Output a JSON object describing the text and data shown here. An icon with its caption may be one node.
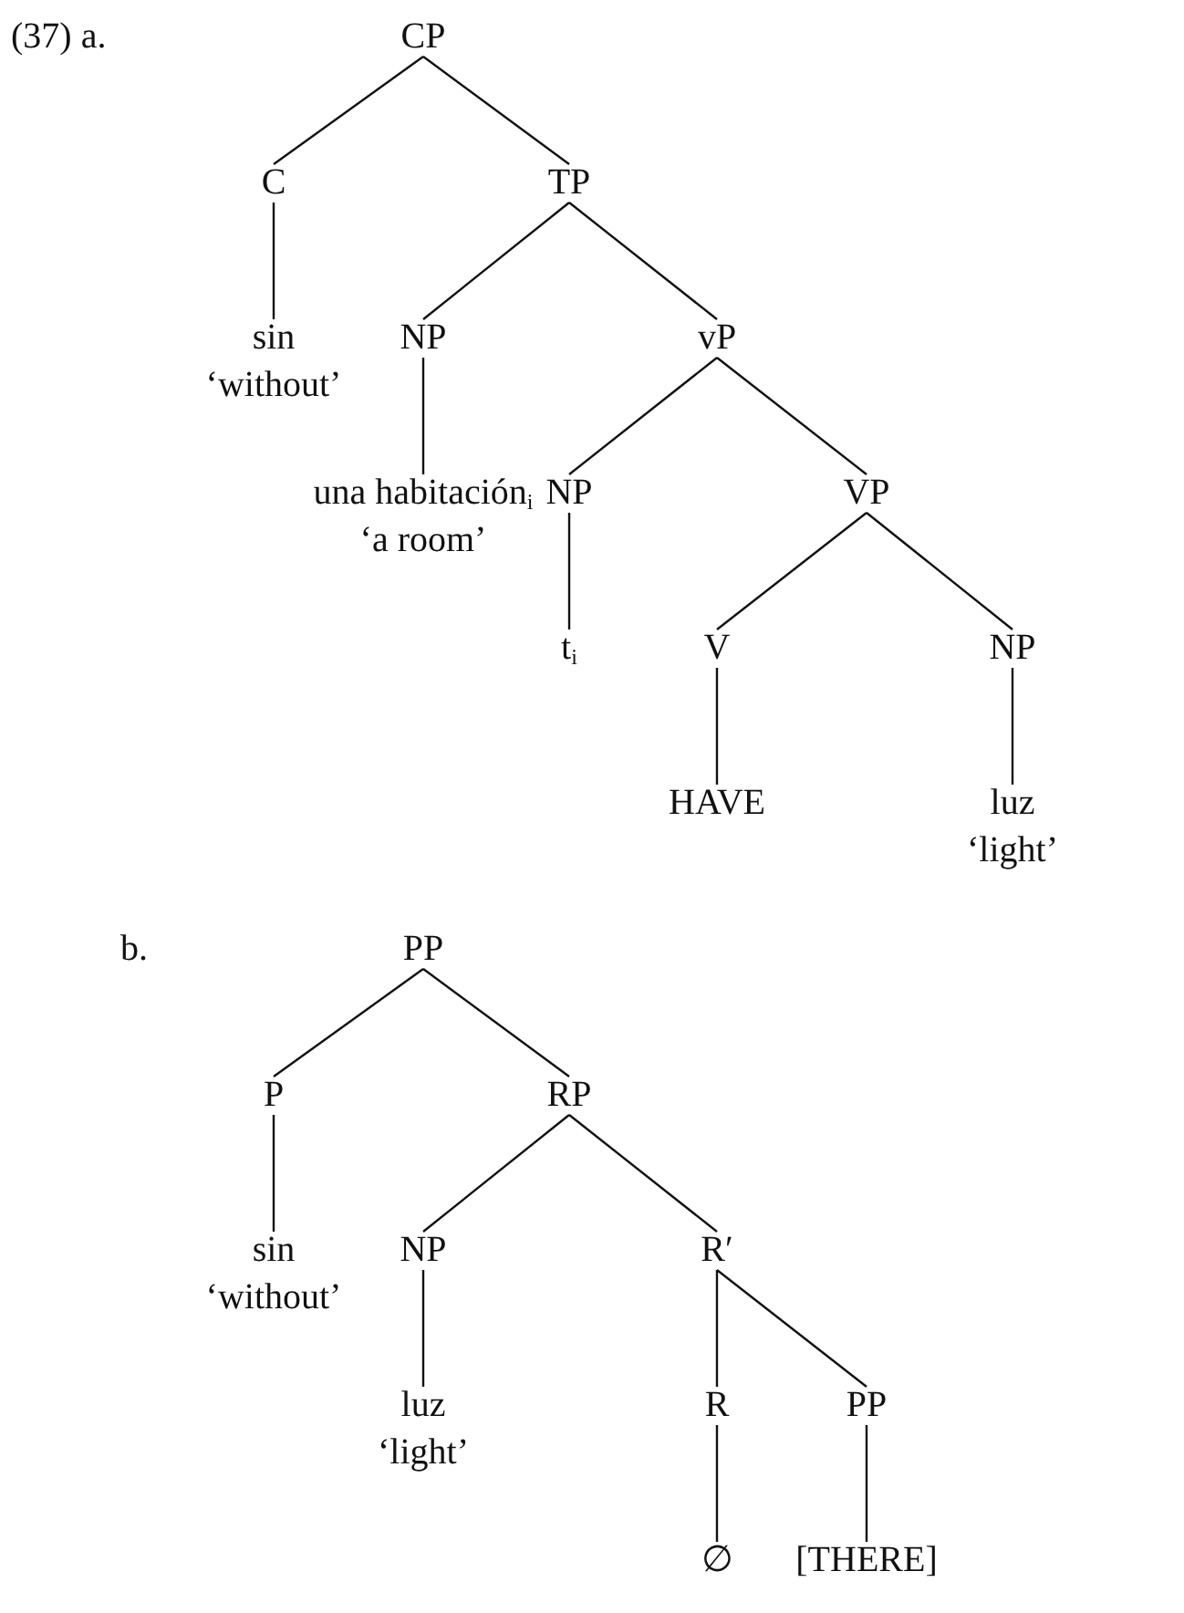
{
  "diagram": {
    "nodes": [
      {
        "text": [
          "CP"
        ]
      },
      {
        "text": [
          "C"
        ]
      },
      {
        "text": [
          "TP"
        ]
      },
      {
        "text": [
          "sin",
          "‘without’"
        ]
      },
      {
        "text": [
          "NP"
        ]
      },
      {
        "text": [
          "vP"
        ]
      },
      {
        "text": [
          "una habitación$_{i}$",
          "‘a room’"
        ]
      },
      {
        "text": [
          "NP"
        ]
      },
      {
        "text": [
          "VP"
        ]
      },
      {
        "text": [
          "t$_{i}$"
        ]
      },
      {
        "text": [
          "V"
        ]
      },
      {
        "text": [
          "NP"
        ]
      },
      {
        "text": [
          "HAVE"
        ]
      },
      {
        "text": [
          "luz",
          "‘light’"
        ]
      },
      {
        "text": [
          "PP"
        ]
      },
      {
        "text": [
          "P"
        ]
      },
      {
        "text": [
          "RP"
        ]
      },
      {
        "text": [
          "sin",
          "‘without’"
        ]
      },
      {
        "text": [
          "NP"
        ]
      },
      {
        "text": [
          "R′"
        ]
      },
      {
        "text": [
          "luz",
          "‘light’"
        ]
      },
      {
        "text": [
          "R"
        ]
      },
      {
        "text": [
          "PP"
        ]
      },
      {
        "text": [
          "∅"
        ]
      },
      {
        "text": [
          "[THERE]"
        ]
      }
    ],
    "edges": [
      {
        "from": 0,
        "to": 1,
        "arrow": "none"
      },
      {
        "from": 0,
        "to": 2,
        "arrow": "none"
      },
      {
        "from": 1,
        "to": 3,
        "arrow": "none"
      },
      {
        "from": 2,
        "to": 4,
        "arrow": "none"
      },
      {
        "from": 2,
        "to": 5,
        "arrow": "none"
      },
      {
        "from": 4,
        "to": 6,
        "arrow": "none"
      },
      {
        "from": 5,
        "to": 7,
        "arrow": "none"
      },
      {
        "from": 5,
        "to": 8,
        "arrow": "none"
      },
      {
        "from": 7,
        "to": 9,
        "arrow": "none"
      },
      {
        "from": 8,
        "to": 10,
        "arrow": "none"
      },
      {
        "from": 8,
        "to": 11,
        "arrow": "none"
      },
      {
        "from": 10,
        "to": 12,
        "arrow": "none"
      },
      {
        "from": 11,
        "to": 13,
        "arrow": "none"
      },
      {
        "from": 14,
        "to": 15,
        "arrow": "none"
      },
      {
        "from": 14,
        "to": 16,
        "arrow": "none"
      },
      {
        "from": 15,
        "to": 17,
        "arrow": "none"
      },
      {
        "from": 16,
        "to": 18,
        "arrow": "none"
      },
      {
        "from": 16,
        "to": 19,
        "arrow": "none"
      },
      {
        "from": 18,
        "to": 20,
        "arrow": "none"
      },
      {
        "from": 19,
        "to": 21,
        "arrow": "none"
      },
      {
        "from": 19,
        "to": 22,
        "arrow": "none"
      },
      {
        "from": 21,
        "to": 23,
        "arrow": "none"
      },
      {
        "from": 22,
        "to": 24,
        "arrow": "none"
      }
    ],
    "labels": [
      "(37) a.",
      "b."
    ]
  }
}
